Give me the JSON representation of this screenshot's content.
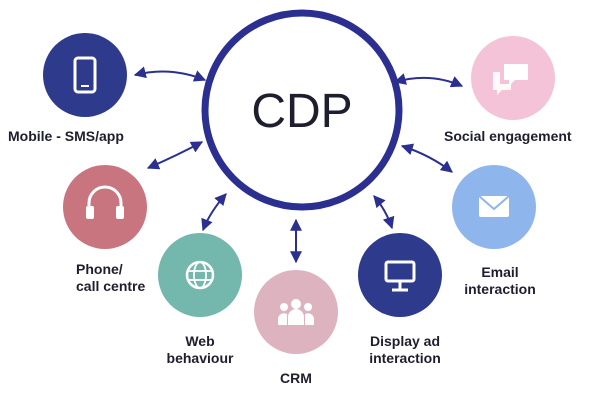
{
  "center": {
    "label": "CDP"
  },
  "nodes": [
    {
      "id": "mobile",
      "label": "Mobile - SMS/app",
      "icon": "smartphone-icon",
      "color": "#2e3a8c"
    },
    {
      "id": "phone",
      "label_lines": [
        "Phone/",
        "call centre"
      ],
      "icon": "headset-icon",
      "color": "#c9757f"
    },
    {
      "id": "web",
      "label_lines": [
        "Web",
        "behaviour"
      ],
      "icon": "globe-icon",
      "color": "#74b7ad"
    },
    {
      "id": "crm",
      "label": "CRM",
      "icon": "people-group-icon",
      "color": "#ddb3c0"
    },
    {
      "id": "display",
      "label_lines": [
        "Display ad",
        "interaction"
      ],
      "icon": "monitor-icon",
      "color": "#2e3a8c"
    },
    {
      "id": "email",
      "label_lines": [
        "Email",
        "interaction"
      ],
      "icon": "envelope-icon",
      "color": "#8fb6ec"
    },
    {
      "id": "social",
      "label": "Social engagement",
      "icon": "chat-bubbles-icon",
      "color": "#f5c3d7"
    }
  ],
  "colors": {
    "ring": "#2b2f8f",
    "arrow": "#2b2f8f",
    "text": "#1e1e2e"
  }
}
